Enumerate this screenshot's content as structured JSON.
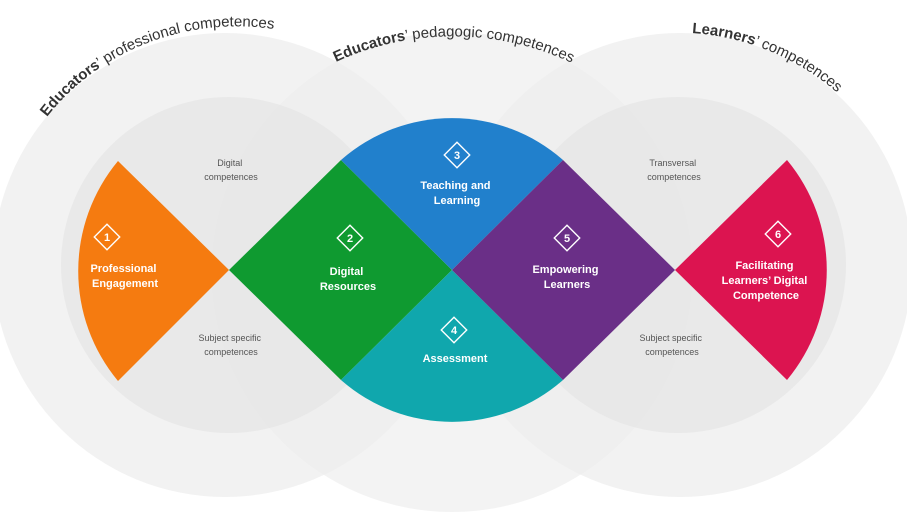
{
  "colors": {
    "circle_outer": "#ededed",
    "circle_inner": "#e3e3e3",
    "professional": "#f57b10",
    "digital_resources": "#0f9a30",
    "teaching": "#2180cc",
    "assessment": "#10a7ad",
    "empowering": "#6a2f87",
    "facilitating": "#dc1450"
  },
  "circles": {
    "left": {
      "title_bold": "Educators",
      "title_rest": "’ professional competences",
      "notes": {
        "top": [
          "Digital",
          "competences"
        ],
        "bottom": [
          "Subject specific",
          "competences"
        ]
      }
    },
    "middle": {
      "title_bold": "Educators",
      "title_rest": "’ pedagogic competences"
    },
    "right": {
      "title_bold": "Learners",
      "title_rest": "’ competences",
      "notes": {
        "top": [
          "Transversal",
          "competences"
        ],
        "bottom": [
          "Subject specific",
          "competences"
        ]
      }
    }
  },
  "areas": [
    {
      "number": "1",
      "lines": [
        "Professional",
        "Engagement"
      ]
    },
    {
      "number": "2",
      "lines": [
        "Digital",
        "Resources"
      ]
    },
    {
      "number": "3",
      "lines": [
        "Teaching and",
        "Learning"
      ]
    },
    {
      "number": "4",
      "lines": [
        "Assessment"
      ]
    },
    {
      "number": "5",
      "lines": [
        "Empowering",
        "Learners"
      ]
    },
    {
      "number": "6",
      "lines": [
        "Facilitating",
        "Learners’ Digital",
        "Competence"
      ]
    }
  ]
}
